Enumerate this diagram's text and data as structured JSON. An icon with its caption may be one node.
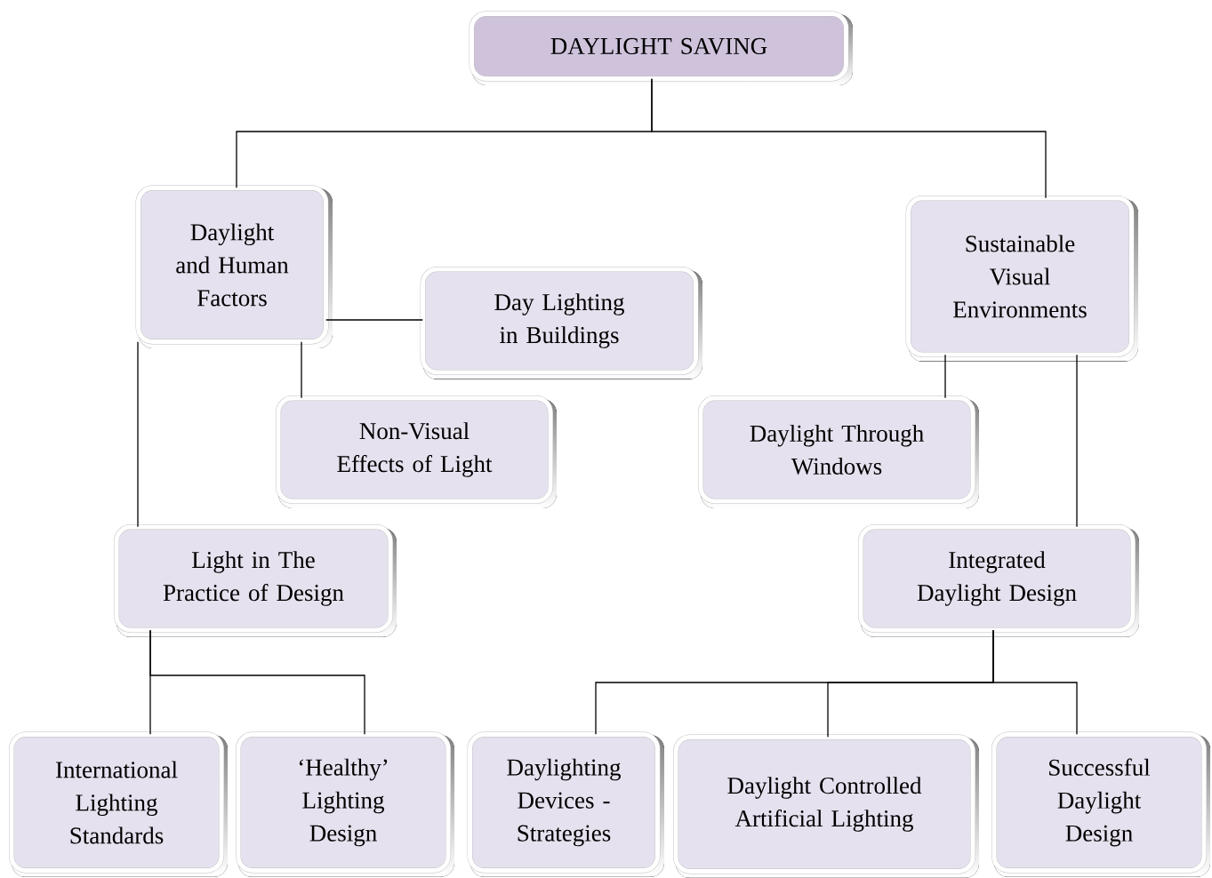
{
  "diagram": {
    "nodes": [
      {
        "text": [
          "DAYLIGHT SAVING"
        ]
      },
      {
        "text": [
          "Daylight and Human Factors"
        ]
      },
      {
        "text": [
          "Day Lighting in Buildings"
        ]
      },
      {
        "text": [
          "Non-Visual Effects of Light"
        ]
      },
      {
        "text": [
          "Sustainable Visual Environments"
        ]
      },
      {
        "text": [
          "Daylight Through Windows"
        ]
      },
      {
        "text": [
          "Light in The Practice of Design"
        ]
      },
      {
        "text": [
          "Integrated Daylight Design"
        ]
      },
      {
        "text": [
          "International Lighting Standards"
        ]
      },
      {
        "text": [
          "‘Healthy’ Lighting Design"
        ]
      },
      {
        "text": [
          "Daylighting Devices - Strategies"
        ]
      },
      {
        "text": [
          "Daylight Controlled Artificial Lighting"
        ]
      },
      {
        "text": [
          "Successful Daylight Design"
        ]
      }
    ],
    "edges": [
      {
        "from": 0,
        "to": 1,
        "arrow": "none"
      },
      {
        "from": 0,
        "to": 4,
        "arrow": "none"
      },
      {
        "from": 1,
        "to": 2,
        "arrow": "none"
      },
      {
        "from": 1,
        "to": 3,
        "arrow": "none"
      },
      {
        "from": 1,
        "to": 6,
        "arrow": "none"
      },
      {
        "from": 4,
        "to": 5,
        "arrow": "none"
      },
      {
        "from": 4,
        "to": 7,
        "arrow": "none"
      },
      {
        "from": 6,
        "to": 8,
        "arrow": "none"
      },
      {
        "from": 6,
        "to": 9,
        "arrow": "none"
      },
      {
        "from": 7,
        "to": 10,
        "arrow": "none"
      },
      {
        "from": 7,
        "to": 11,
        "arrow": "none"
      },
      {
        "from": 7,
        "to": 12,
        "arrow": "none"
      }
    ]
  }
}
